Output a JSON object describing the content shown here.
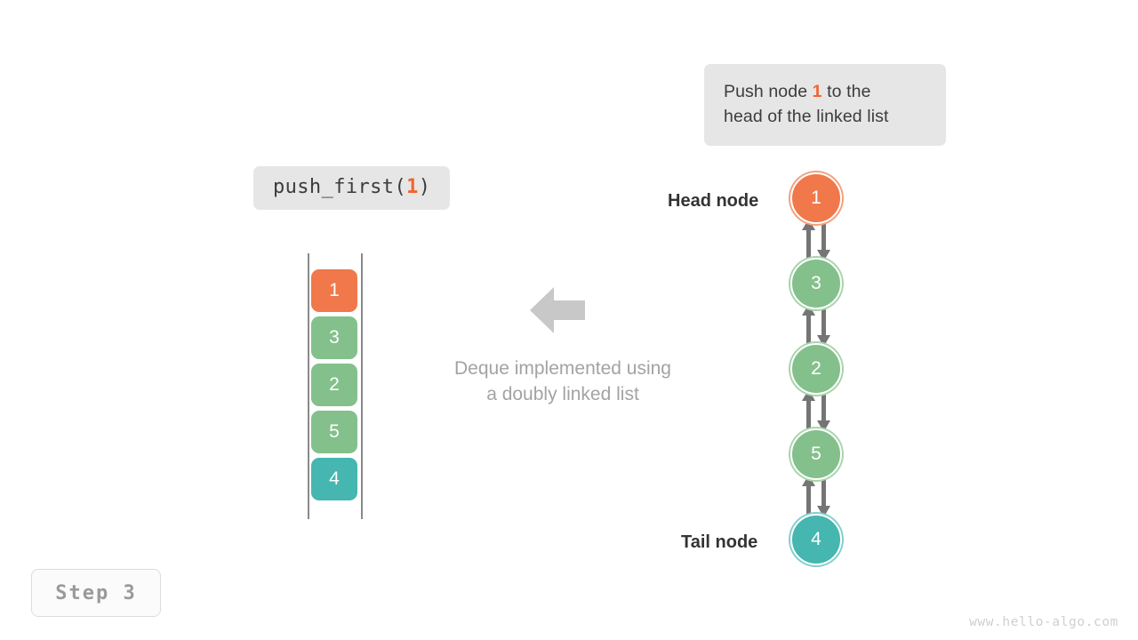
{
  "meta": {
    "watermark": "www.hello-algo.com",
    "step_badge": "Step 3",
    "background": "#ffffff"
  },
  "callout": {
    "name": "push-callout",
    "prefix": "Push node ",
    "highlight": "1",
    "suffix": " to the",
    "line2": "head of the linked list",
    "bg": "#e6e6e6",
    "highlight_color": "#f0652f"
  },
  "operation": {
    "code_prefix": "push_first(",
    "code_arg": "1",
    "code_suffix": ")",
    "bg": "#e6e6e6"
  },
  "caption": {
    "line1": "Deque implemented using",
    "line2": "a doubly linked list",
    "color": "#a3a3a3"
  },
  "arrow": {
    "name": "left-block-arrow",
    "direction": "left",
    "color": "#c8c8c8"
  },
  "colors": {
    "orange": "#f0784a",
    "orange_ring": "#f4a07d",
    "green": "#84c08b",
    "green_ring": "#a9d4ad",
    "teal": "#45b6b0",
    "teal_ring": "#84cfcb",
    "arrow_gray": "#757575",
    "rail_gray": "#8a8a8a"
  },
  "array": {
    "name": "deque-array-view",
    "cells": [
      {
        "value": "1",
        "color": "#f0784a"
      },
      {
        "value": "3",
        "color": "#84c08b"
      },
      {
        "value": "2",
        "color": "#84c08b"
      },
      {
        "value": "5",
        "color": "#84c08b"
      },
      {
        "value": "4",
        "color": "#45b6b0"
      }
    ]
  },
  "linked_list": {
    "name": "doubly-linked-list-view",
    "head_label": "Head node",
    "tail_label": "Tail node",
    "nodes": [
      {
        "value": "1",
        "color": "#f0784a",
        "ring": "#f4a07d",
        "role": "head"
      },
      {
        "value": "3",
        "color": "#84c08b",
        "ring": "#a9d4ad",
        "role": "middle"
      },
      {
        "value": "2",
        "color": "#84c08b",
        "ring": "#a9d4ad",
        "role": "middle"
      },
      {
        "value": "5",
        "color": "#84c08b",
        "ring": "#a9d4ad",
        "role": "middle"
      },
      {
        "value": "4",
        "color": "#45b6b0",
        "ring": "#84cfcb",
        "role": "tail"
      }
    ],
    "link_count": 4,
    "link_style": "bidirectional"
  }
}
